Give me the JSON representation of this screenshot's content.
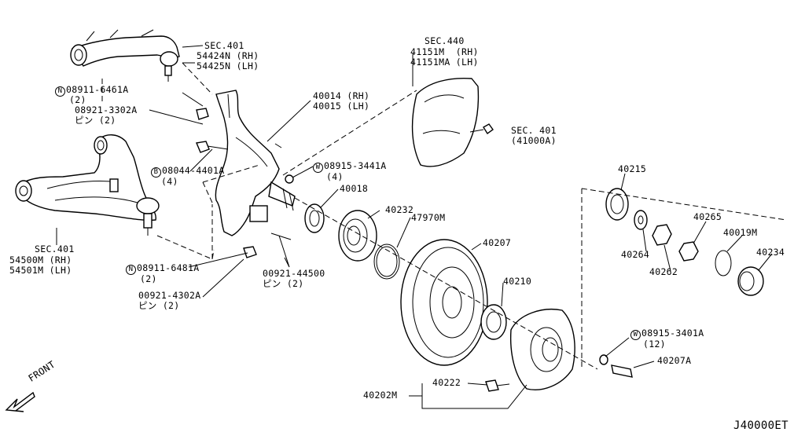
{
  "diagram_code": "J40000ET",
  "front_label": "FRONT",
  "labels": {
    "sec401_upper": "SEC.401",
    "p54424n": "54424N (RH)",
    "p54425n": "54425N (LH)",
    "n_symbol": "N",
    "p08911_6461a": "08911-6461A",
    "qty_2a": "(2)",
    "p08921_3302a": "08921-3302A",
    "pin_2a": "ピン (2)",
    "p40014": "40014 (RH)",
    "p40015": "40015 (LH)",
    "sec440": "SEC.440",
    "p41151m": "41151M  (RH)",
    "p41151ma": "41151MA (LH)",
    "sec401_right": "SEC. 401",
    "p41000a": "(41000A)",
    "b_symbol": "B",
    "p08044_4401a": "08044-4401A",
    "qty_4a": "(4)",
    "w_symbol": "W",
    "p08915_3441a": "08915-3441A",
    "qty_4b": "(4)",
    "p40018": "40018",
    "p40232": "40232",
    "p47970m": "47970M",
    "p40207": "40207",
    "p40210": "40210",
    "p40215": "40215",
    "p40265": "40265",
    "p40019m": "40019M",
    "p40234": "40234",
    "p40264": "40264",
    "p40262": "40262",
    "sec401_lower": "SEC.401",
    "p54500m": "54500M (RH)",
    "p54501m": "54501M (LH)",
    "p08911_6481a": "08911-6481A",
    "qty_2b": "(2)",
    "p00921_44500": "00921-44500",
    "pin_2b": "ピン (2)",
    "p00921_4302a": "00921-4302A",
    "pin_2c": "ピン (2)",
    "p08915_3401a": "08915-3401A",
    "qty_12": "(12)",
    "p40207a": "40207A",
    "p40222": "40222",
    "p40202m": "40202M"
  }
}
